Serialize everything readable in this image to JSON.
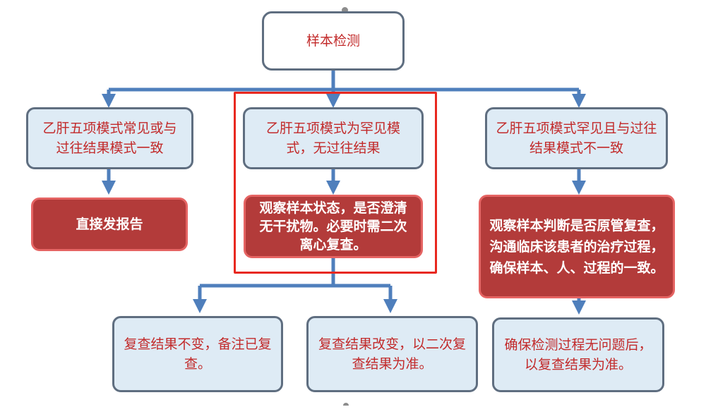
{
  "colors": {
    "connector": "#4f7fbc",
    "highlight": "#e8281f",
    "light_fill": "#deebf5",
    "dark_fill": "#b33b3a",
    "border": "#5f6e80"
  },
  "nodes": {
    "root": "样本检测",
    "branch_left": "乙肝五项模式常见或与过往结果模式一致",
    "branch_middle": "乙肝五项模式为罕见模式，无过往结果",
    "branch_right": "乙肝五项模式罕见且与过往结果模式不一致",
    "action_left": "直接发报告",
    "action_middle": "观察样本状态，是否澄清无干扰物。必要时需二次离心复查。",
    "action_right": "观察样本判断是否原管复查，沟通临床该患者的治疗过程，确保样本、人、过程的一致。",
    "outcome_unchanged": "复查结果不变，备注已复查。",
    "outcome_changed": "复查结果改变，以二次复查结果为准。",
    "outcome_confirmed": "确保检测过程无问题后，以复查结果为准。"
  }
}
